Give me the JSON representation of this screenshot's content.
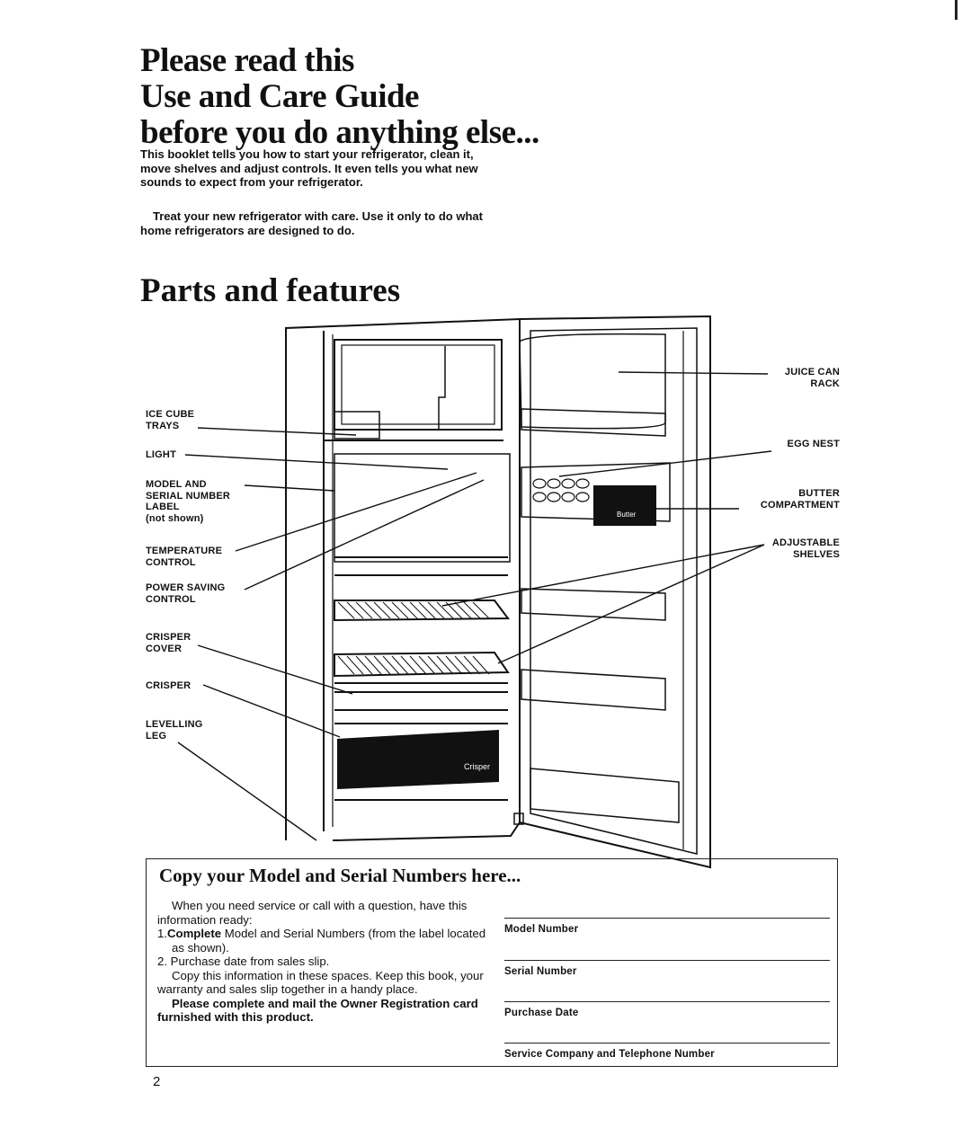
{
  "heading": {
    "line1": "Please read this",
    "line2": "Use and Care Guide",
    "line3": "before you do anything else..."
  },
  "intro": {
    "paragraph1": "This booklet tells you how to start your refrigerator, clean it, move shelves and adjust controls. It even tells you what new sounds to expect from your refrigerator.",
    "paragraph2": "Treat your new refrigerator with care. Use it only to do what home refrigerators are designed to do."
  },
  "parts": {
    "title": "Parts and features",
    "labels": {
      "ice_cube_trays": "ICE CUBE\nTRAYS",
      "light": "LIGHT",
      "model_serial_label": "MODEL AND\nSERIAL NUMBER\nLABEL\n(not shown)",
      "temperature_control": "TEMPERATURE\nCONTROL",
      "power_saving_control": "POWER SAVING\nCONTROL",
      "crisper_cover": "CRISPER\nCOVER",
      "crisper": "CRISPER",
      "levelling_leg": "LEVELLING\nLEG",
      "juice_can_rack": "JUICE CAN\nRACK",
      "egg_nest": "EGG NEST",
      "butter_compartment": "BUTTER\nCOMPARTMENT",
      "adjustable_shelves": "ADJUSTABLE\nSHELVES"
    },
    "diagram_text": {
      "butter": "Butter",
      "crisper": "Crisper"
    }
  },
  "copy_box": {
    "title": "Copy your Model and Serial Numbers here...",
    "text1": "When you need service or call with a question, have this information ready:",
    "item1_num": "1.",
    "item1_bold": "Complete",
    "item1_rest": " Model and Serial Numbers (from the label located as shown).",
    "item2_num": "2.",
    "item2_text": " Purchase date from sales slip.",
    "text2": "Copy this information in these spaces. Keep this book, your warranty and sales slip together in a handy place.",
    "text3": "Please complete and mail the Owner Registration card furnished with this product.",
    "fields": {
      "model_number": "Model Number",
      "serial_number": "Serial Number",
      "purchase_date": "Purchase Date",
      "service_company": "Service Company and Telephone Number"
    }
  },
  "page_number": "2"
}
